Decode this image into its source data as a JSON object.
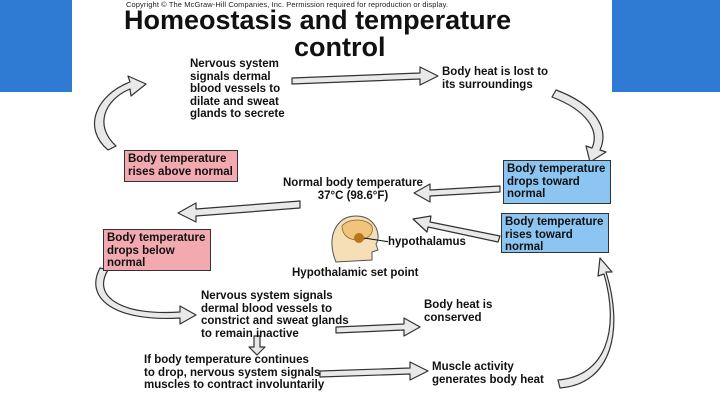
{
  "copyright": "Copyright © The McGraw-Hill Companies, Inc. Permission required for reproduction or display.",
  "title_line1": "Homeostasis and temperature",
  "title_line2": "control",
  "labels": {
    "nervous_dilate": "Nervous system\nsignals dermal\nblood vessels to\ndilate and sweat\nglands to secrete",
    "heat_lost": "Body heat is lost to\nits surroundings",
    "normal_temp": "Normal body temperature\n37°C (98.6°F)",
    "hypothalamus": "hypothalamus",
    "set_point": "Hypothalamic set point",
    "nervous_constrict": "Nervous system signals\ndermal blood vessels to\nconstrict and sweat glands\nto remain inactive",
    "heat_conserved": "Body heat is\nconserved",
    "continues_drop": "If body temperature continues\nto drop, nervous system signals\nmuscles to contract involuntarily",
    "muscle_activity": "Muscle activity\ngenerates body heat"
  },
  "boxes": {
    "rises_above": "Body temperature\nrises above normal",
    "drops_toward": "Body temperature\ndrops toward\nnormal",
    "rises_toward": "Body temperature\nrises toward\nnormal",
    "drops_below": "Body temperature\ndrops below\nnormal"
  },
  "colors": {
    "sidebar_blue": "#2f7bd4",
    "box_pink": "#f2aab0",
    "box_blue": "#8cc4f2",
    "arrow_fill": "#e9e9e9"
  }
}
